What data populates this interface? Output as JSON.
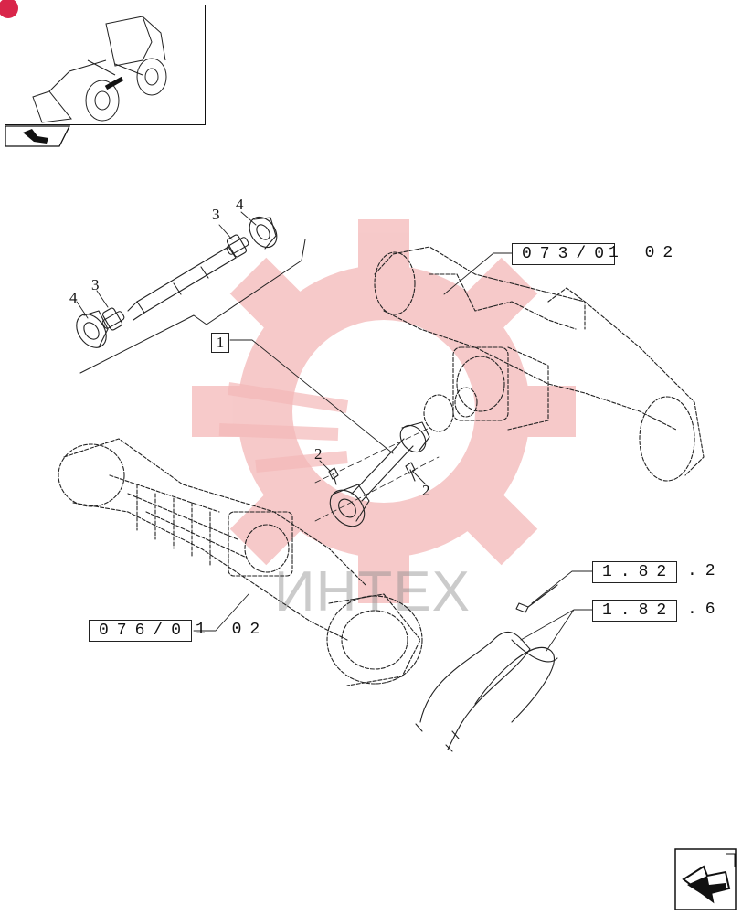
{
  "colors": {
    "watermark_gear": "#f3b5b5",
    "watermark_text": "#9a9a9a",
    "thumb_badge": "#d9264a",
    "line": "#222222"
  },
  "watermark": {
    "text": "ИНТЕХ"
  },
  "thumbnail": {
    "icon": "wheel-loader-icon"
  },
  "nav": {
    "back_icon": "arrow-back-icon",
    "next_icon": "arrow-next-icon"
  },
  "references": {
    "rear_axle": {
      "code": "073/0",
      "suffix": "1  02"
    },
    "front_axle": {
      "code": "076/0",
      "suffix": "1 02"
    },
    "sensor": {
      "code": "1.82",
      "suffix": ".2"
    },
    "hoses": {
      "code": "1.82",
      "suffix": ".6"
    }
  },
  "part_box": {
    "label": "1"
  },
  "callouts": {
    "c3a": "3",
    "c4a": "4",
    "c3b": "3",
    "c4b": "4",
    "c2a": "2",
    "c2b": "2"
  }
}
